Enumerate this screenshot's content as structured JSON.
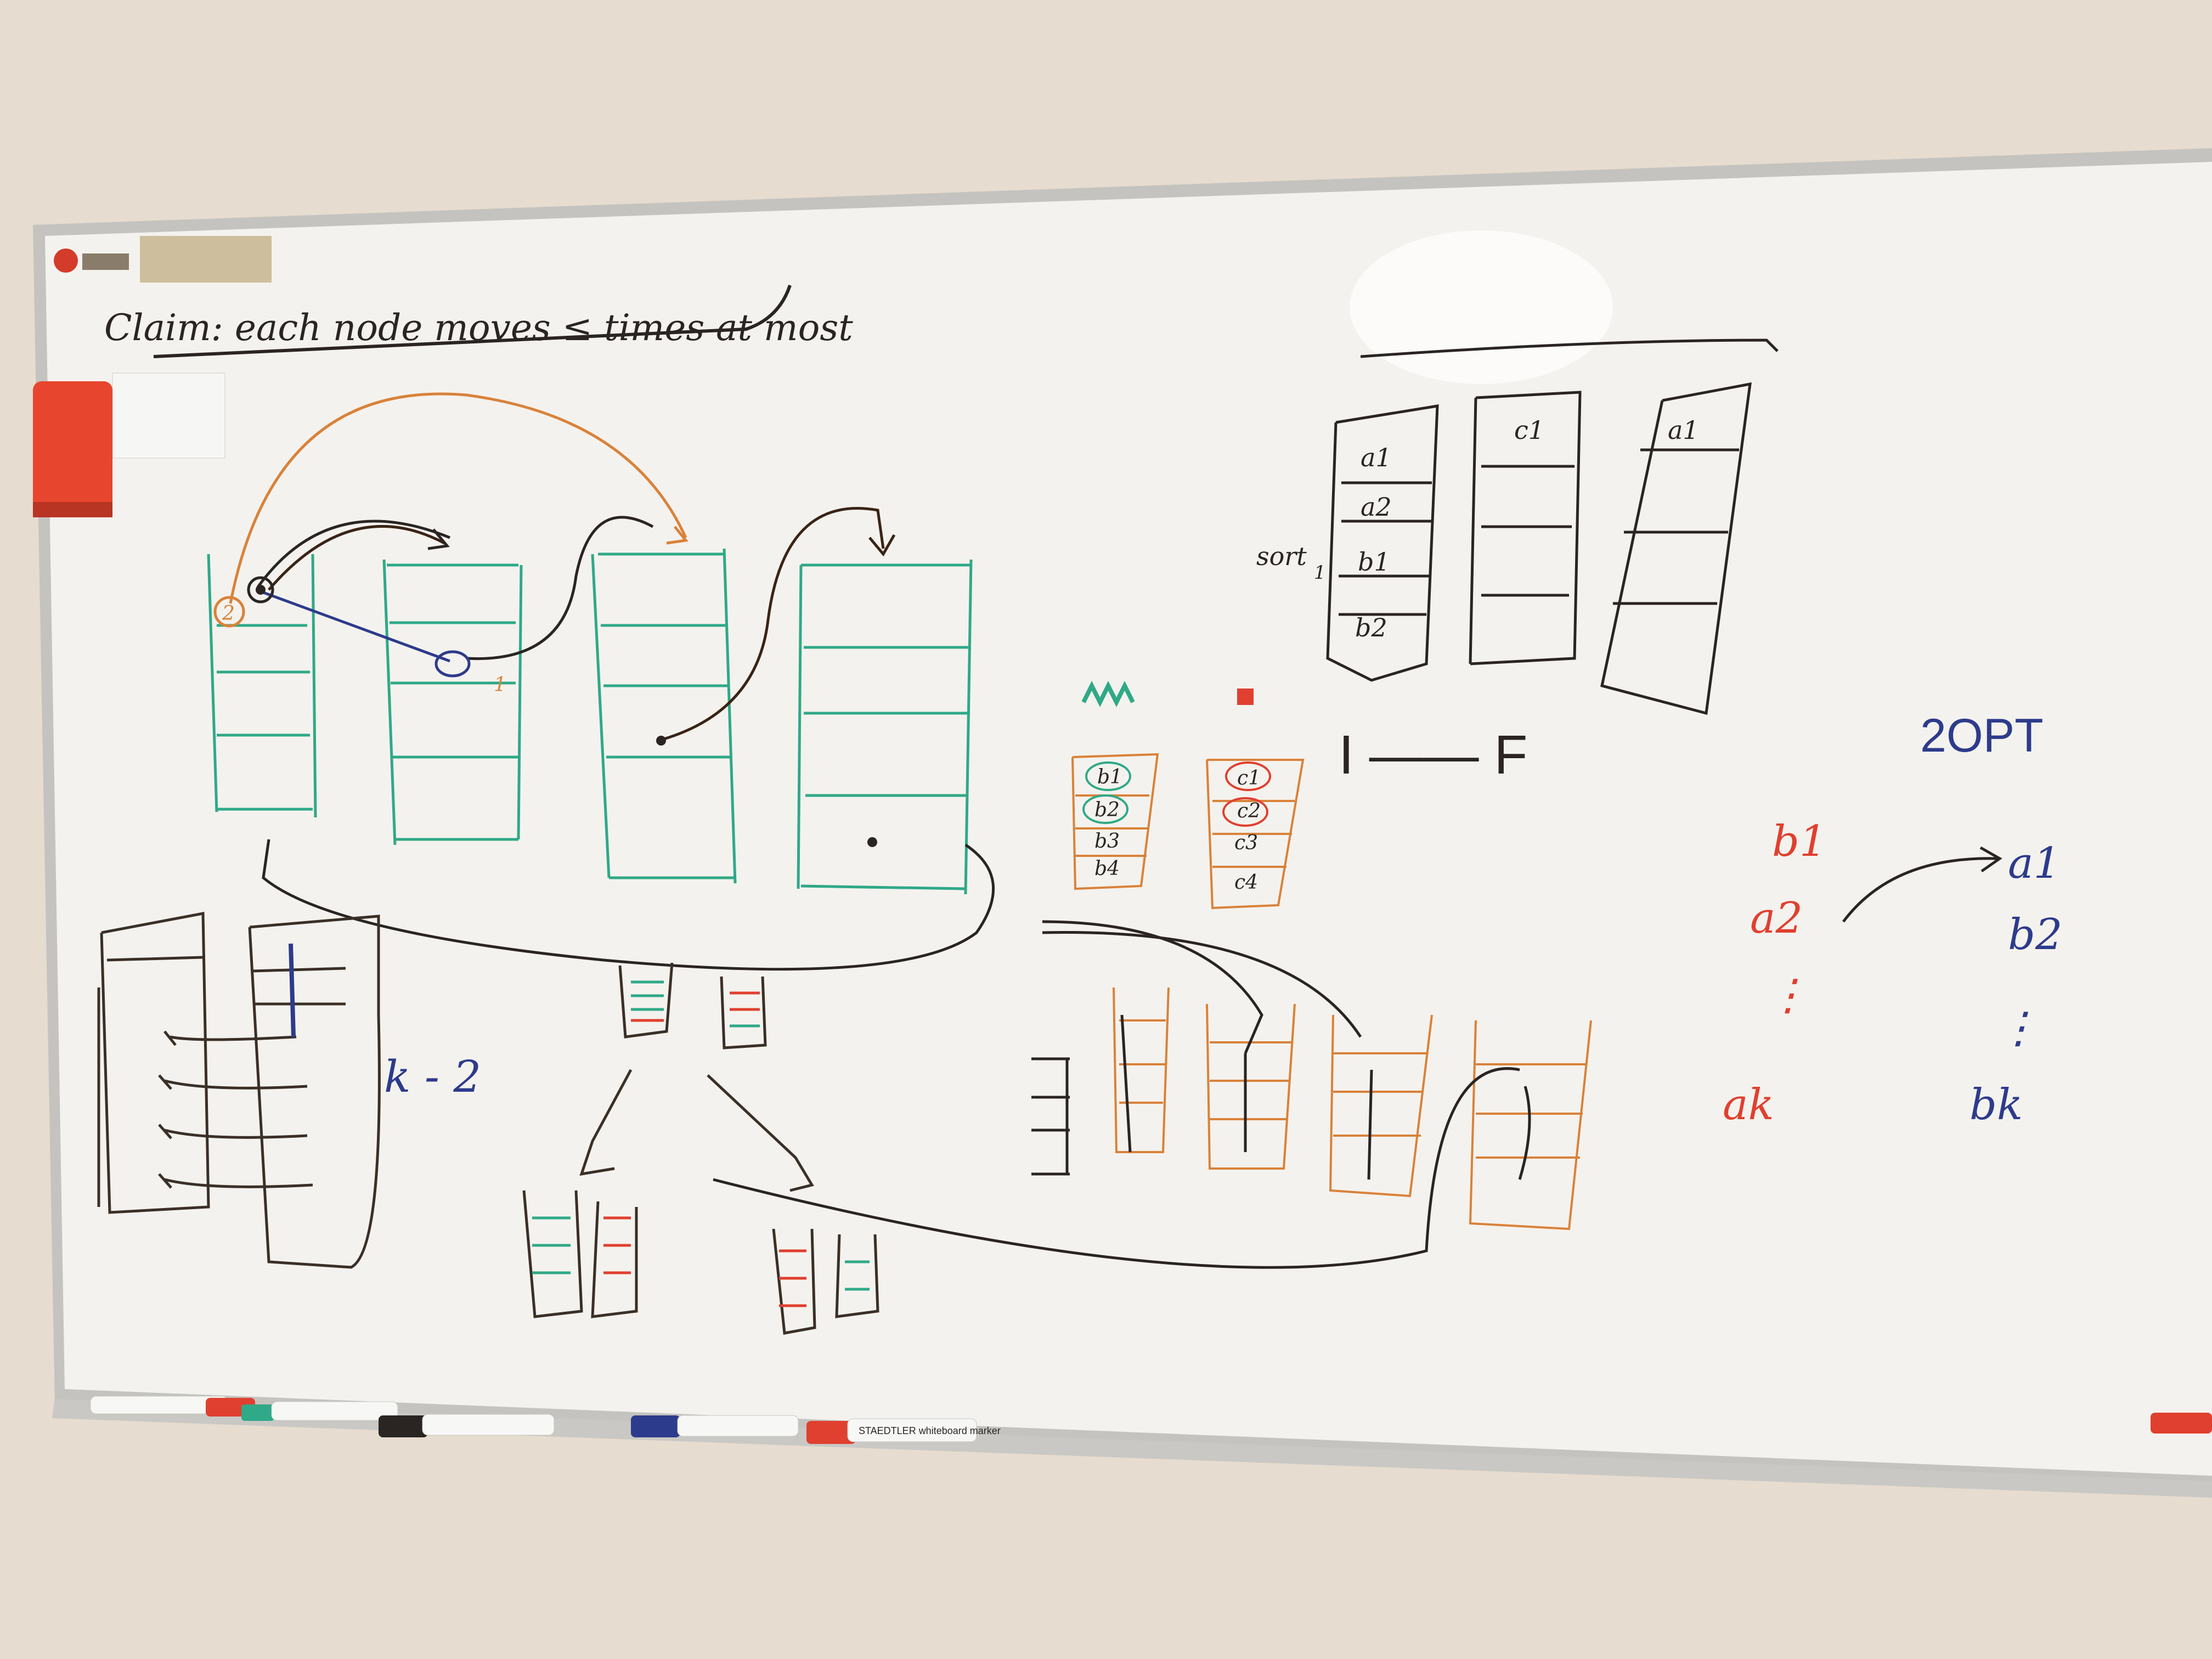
{
  "colors": {
    "wall": "#e6dccf",
    "board": "#f3f1ec",
    "frame": "#b9b9b5",
    "ink_black": "#2a2522",
    "ink_green": "#2fa987",
    "ink_orange": "#d9823a",
    "ink_red": "#e0402f",
    "ink_blue": "#2d3b8c",
    "eraser": "#e8452e"
  },
  "board_text": {
    "claim": "Claim: each node moves ≤ times at most",
    "k2": "k - 2",
    "sort": "sort",
    "sort_sub": "1",
    "i_to_f": "I —— F",
    "two_opt": "2OPT",
    "col1": [
      "a1",
      "a2",
      "b1",
      "b2"
    ],
    "col2_top": "c1",
    "col3_top": "a1",
    "b_group": [
      "b1",
      "b2",
      "b3",
      "b4"
    ],
    "c_group": [
      "c1",
      "c2",
      "c3",
      "c4"
    ],
    "red_list": [
      "b1",
      "a2",
      "⋮",
      "ak"
    ],
    "blue_list": [
      "a1",
      "b2",
      "⋮",
      "bk"
    ],
    "marker_left_2": "2",
    "marker_right_1": "1",
    "marker_small_1": "1"
  },
  "marker_label": "STAEDTLER whiteboard marker",
  "icons": [
    "eraser-icon",
    "marker-icon",
    "logo-icon"
  ]
}
